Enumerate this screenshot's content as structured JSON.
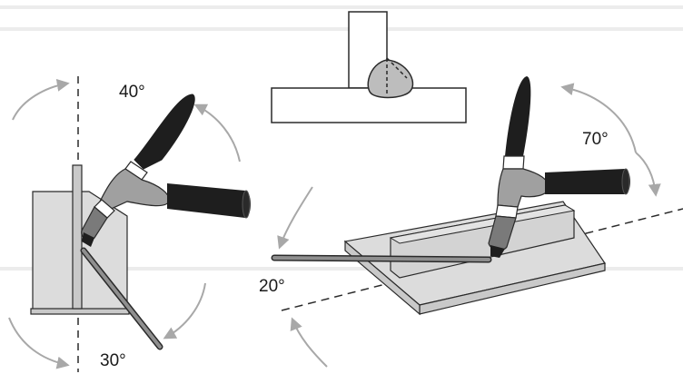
{
  "angles": {
    "work_left_top": "40°",
    "work_left_bottom": "30°",
    "work_right_travel": "70°",
    "work_right_lead": "20°"
  },
  "colors": {
    "background": "#ffffff",
    "band": "#e6e6e6",
    "plate_fill": "#dcdcdc",
    "plate_shade": "#c9c9c9",
    "weld_bead": "#bdbdbd",
    "outline": "#2a2a2a",
    "torch_body": "#1e1e1e",
    "torch_head": "#a0a0a0",
    "arrow": "#a8a8a8"
  },
  "icons": {
    "torch": "tig-torch-icon",
    "filler_rod": "filler-rod",
    "t_joint_cross_section": "t-joint-section"
  }
}
